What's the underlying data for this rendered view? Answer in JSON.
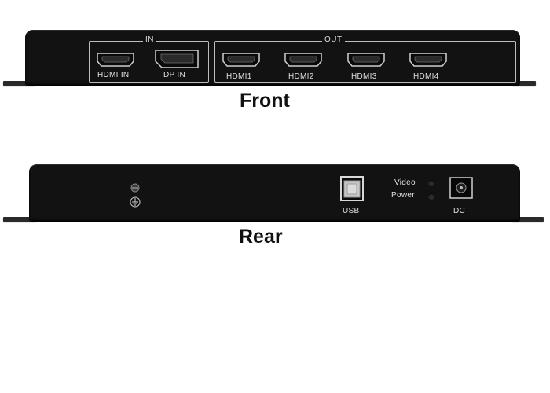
{
  "front": {
    "caption": "Front",
    "in_group_title": "IN",
    "out_group_title": "OUT",
    "inputs": [
      {
        "label": "HDMI  IN",
        "icon": "hdmi-port-icon"
      },
      {
        "label": "DP  IN",
        "icon": "displayport-port-icon"
      }
    ],
    "outputs": [
      {
        "label": "HDMI1",
        "icon": "hdmi-port-icon"
      },
      {
        "label": "HDMI2",
        "icon": "hdmi-port-icon"
      },
      {
        "label": "HDMI3",
        "icon": "hdmi-port-icon"
      },
      {
        "label": "HDMI4",
        "icon": "hdmi-port-icon"
      }
    ]
  },
  "rear": {
    "caption": "Rear",
    "usb_label": "USB",
    "dc_label": "DC",
    "video_led_label": "Video",
    "power_led_label": "Power",
    "ground_icon": "ground-screw-icon"
  },
  "colors": {
    "chassis": "#121212",
    "label_text": "#e0e0e0",
    "background": "#ffffff"
  }
}
